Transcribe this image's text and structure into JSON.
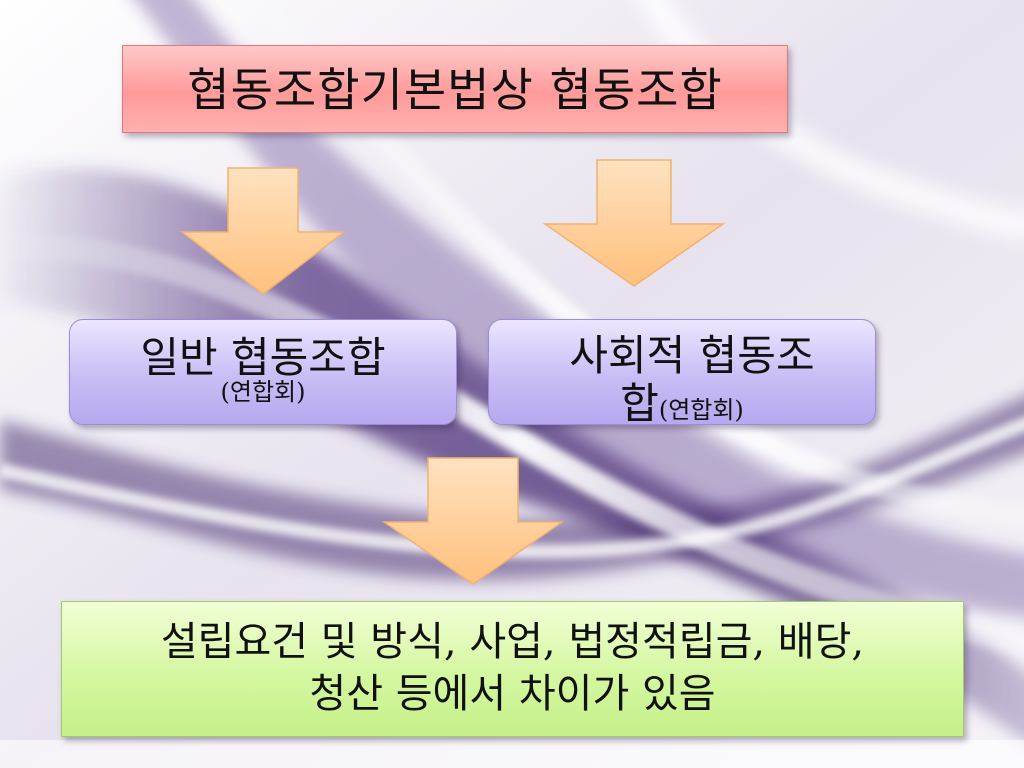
{
  "title": "협동조합기본법상 협동조합",
  "general_coop": {
    "name": "일반 협동조합",
    "note": "(연합회)"
  },
  "social_coop": {
    "name_line1": "사회적 협동조",
    "name_line2": "합",
    "note": "(연합회)"
  },
  "conclusion": {
    "line1": "설립요건 및 방식, 사업, 법정적립금, 배당,",
    "line2": "청산 등에서 차이가 있음"
  },
  "colors": {
    "title_fill": "#ff9a9a",
    "category_fill": "#c9bdf5",
    "conclusion_fill": "#d4f7a0",
    "arrow_fill": "#ffc98c"
  }
}
